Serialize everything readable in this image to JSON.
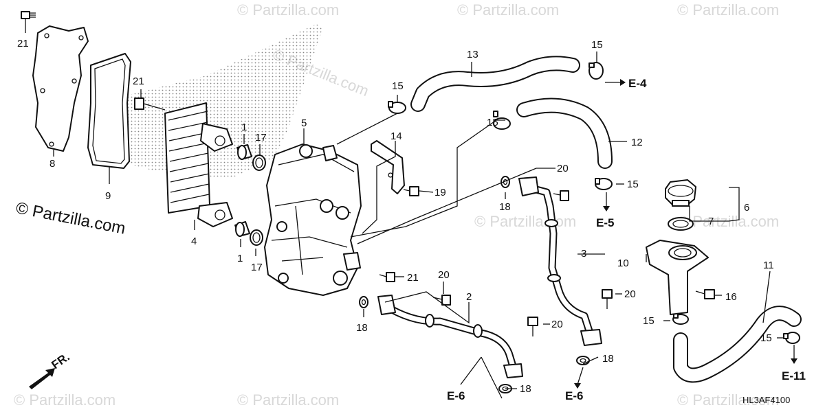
{
  "watermark": {
    "brand": "© Partzilla.com",
    "tile": "© Partzilla.com"
  },
  "diagram_code": "HL3AF4100",
  "front_marker": "FR.",
  "callouts": {
    "c21a": "21",
    "c8": "8",
    "c9": "9",
    "c21b": "21",
    "c4": "4",
    "c1a": "1",
    "c17a": "17",
    "c1b": "1",
    "c17b": "17",
    "c5": "5",
    "c14": "14",
    "c19": "19",
    "c15a": "15",
    "c13": "13",
    "c15b": "15",
    "c15c": "15",
    "c12": "12",
    "c20a": "20",
    "c18a": "18",
    "c15d": "15",
    "c6": "6",
    "c7": "7",
    "c3": "3",
    "c10": "10",
    "c11": "11",
    "c21c": "21",
    "c20b": "20",
    "c2": "2",
    "c18b": "18",
    "c20c": "20",
    "c20d": "20",
    "c16": "16",
    "c15e": "15",
    "c15f": "15",
    "c18c": "18",
    "c18d": "18"
  },
  "references": {
    "e4": "E-4",
    "e5": "E-5",
    "e6a": "E-6",
    "e6b": "E-6",
    "e11": "E-11"
  }
}
